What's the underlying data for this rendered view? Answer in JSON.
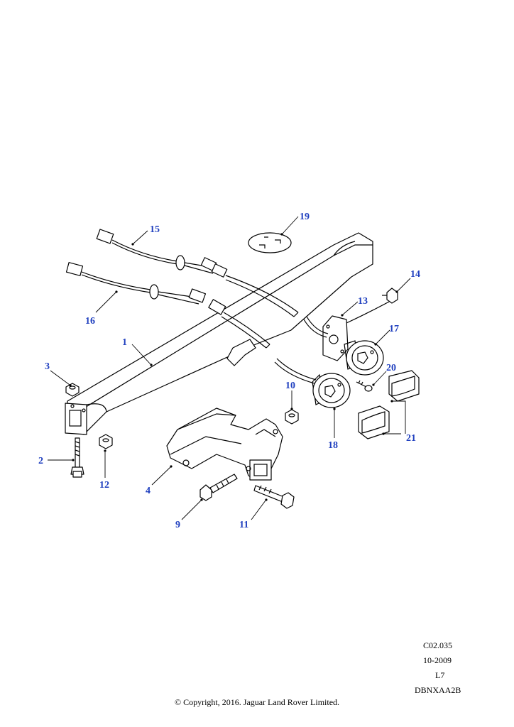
{
  "callouts": {
    "c1": "1",
    "c2": "2",
    "c3": "3",
    "c4": "4",
    "c9": "9",
    "c10": "10",
    "c11": "11",
    "c12": "12",
    "c13": "13",
    "c14": "14",
    "c15": "15",
    "c16": "16",
    "c17": "17",
    "c18": "18",
    "c19": "19",
    "c20": "20",
    "c21": "21"
  },
  "drawing": {
    "code": "C02.035",
    "date": "10-2009",
    "rev": "L7",
    "ref": "DBNXAA2B"
  },
  "copyright": "© Copyright, 2016. Jaguar Land Rover Limited."
}
